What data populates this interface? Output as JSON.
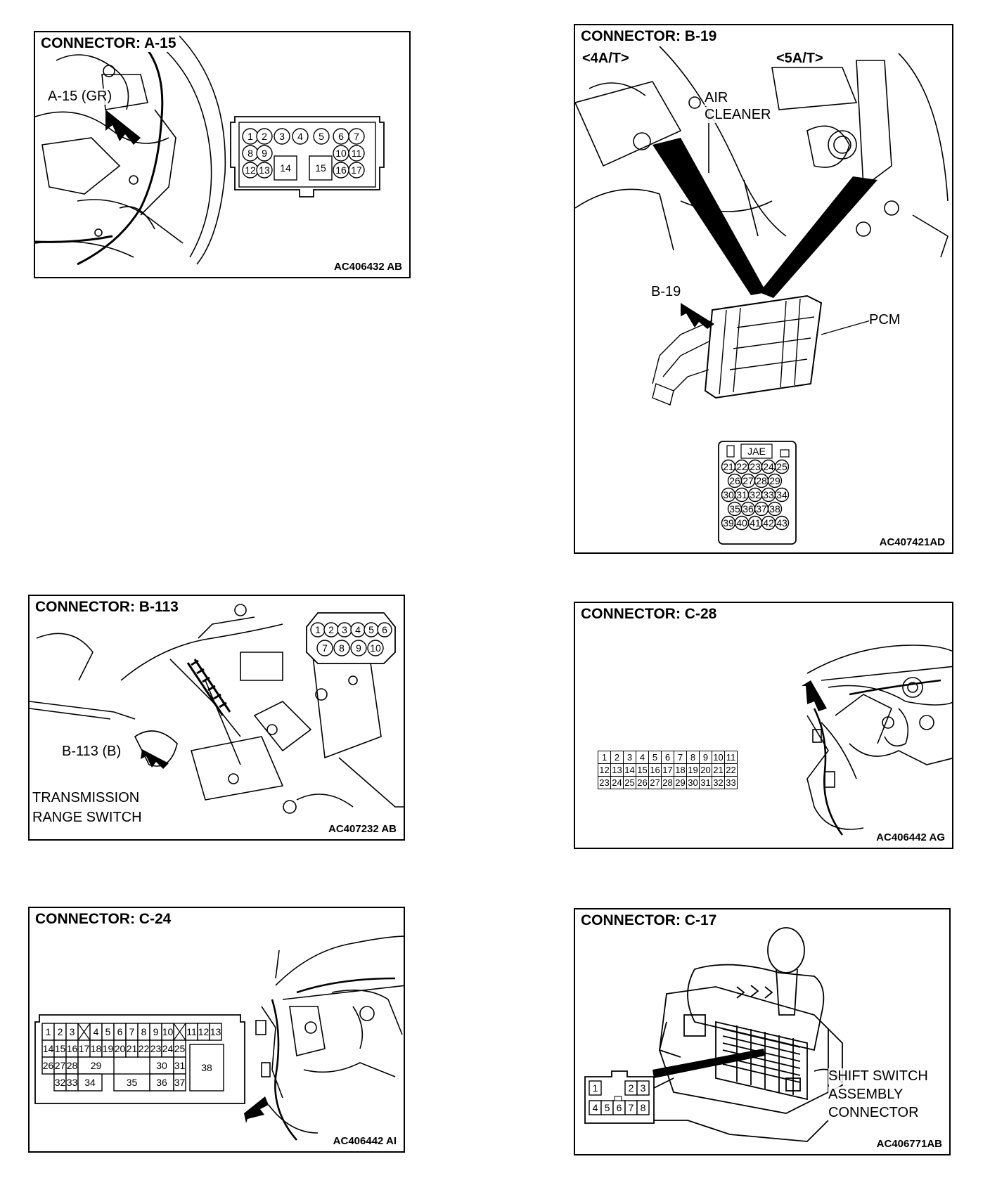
{
  "panels": {
    "a15": {
      "title": "CONNECTOR: A-15",
      "callout": "A-15 (GR)",
      "code": "AC406432 AB",
      "pins": [
        "1",
        "2",
        "3",
        "4",
        "5",
        "6",
        "7",
        "8",
        "9",
        "10",
        "11",
        "12",
        "13",
        "14",
        "15",
        "16",
        "17"
      ]
    },
    "b19": {
      "title": "CONNECTOR: B-19",
      "variant_left": "<4A/T>",
      "variant_right": "<5A/T>",
      "label_air": "AIR",
      "label_cleaner": "CLEANER",
      "callout": "B-19",
      "label_pcm": "PCM",
      "connector_brand": "JAE",
      "code": "AC407421AD",
      "pins": [
        "21",
        "22",
        "23",
        "24",
        "25",
        "26",
        "27",
        "28",
        "29",
        "30",
        "31",
        "32",
        "33",
        "34",
        "35",
        "36",
        "37",
        "38",
        "39",
        "40",
        "41",
        "42",
        "43"
      ]
    },
    "b113": {
      "title": "CONNECTOR: B-113",
      "callout": "B-113 (B)",
      "label_line1": "TRANSMISSION",
      "label_line2": "RANGE SWITCH",
      "code": "AC407232 AB",
      "pins": [
        "1",
        "2",
        "3",
        "4",
        "5",
        "6",
        "7",
        "8",
        "9",
        "10"
      ]
    },
    "c28": {
      "title": "CONNECTOR: C-28",
      "code": "AC406442 AG",
      "rows": [
        [
          "1",
          "2",
          "3",
          "4",
          "5",
          "6",
          "7",
          "8",
          "9",
          "10",
          "11"
        ],
        [
          "12",
          "13",
          "14",
          "15",
          "16",
          "17",
          "18",
          "19",
          "20",
          "21",
          "22"
        ],
        [
          "23",
          "24",
          "25",
          "26",
          "27",
          "28",
          "29",
          "30",
          "31",
          "32",
          "33"
        ]
      ]
    },
    "c24": {
      "title": "CONNECTOR: C-24",
      "code": "AC406442 AI",
      "row1": [
        "1",
        "2",
        "3",
        "4",
        "5",
        "6",
        "7",
        "8",
        "9",
        "10",
        "11",
        "12",
        "13"
      ],
      "row2": [
        "14",
        "15",
        "16",
        "17",
        "18",
        "19",
        "20",
        "21",
        "22",
        "23",
        "24",
        "25"
      ],
      "row3": [
        "26",
        "27",
        "28",
        "29",
        "30",
        "31",
        "38"
      ],
      "row4": [
        "32",
        "33",
        "34",
        "35",
        "36",
        "37"
      ]
    },
    "c17": {
      "title": "CONNECTOR: C-17",
      "label_line1": "SHIFT SWITCH",
      "label_line2": "ASSEMBLY",
      "label_line3": "CONNECTOR",
      "code": "AC406771AB",
      "row1": [
        "1",
        "2",
        "3"
      ],
      "row2": [
        "4",
        "5",
        "6",
        "7",
        "8"
      ]
    }
  }
}
